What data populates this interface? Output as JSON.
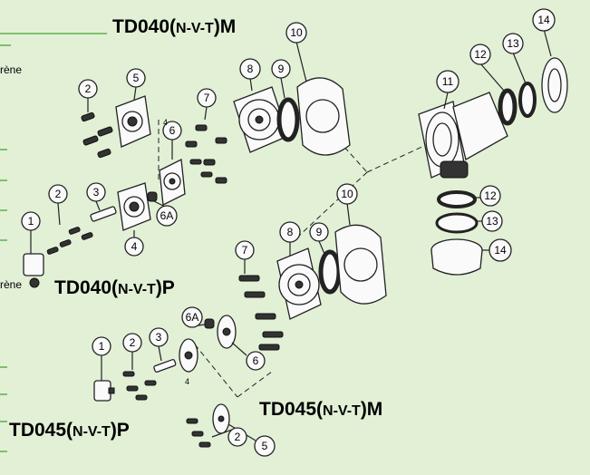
{
  "titles": {
    "td040m_prefix": "TD040(",
    "td040m_mid": "N-V-T",
    "td040m_suffix": ")M",
    "td040p_prefix": "TD040(",
    "td040p_mid": "N-V-T",
    "td040p_suffix": ")P",
    "td045m_prefix": "TD045(",
    "td045m_mid": "N-V-T",
    "td045m_suffix": ")M",
    "td045p_prefix": "TD045(",
    "td045p_mid": "N-V-T",
    "td045p_suffix": ")P"
  },
  "side_text": {
    "top": "rène",
    "middle": "rène"
  },
  "callouts": {
    "c1a": "1",
    "c2a": "2",
    "c3a": "3",
    "c4a": "4",
    "c5a": "5",
    "c6a": "6",
    "c6aa": "6A",
    "c7a": "7",
    "c8a": "8",
    "c9a": "9",
    "c10a": "10",
    "c11": "11",
    "c12a": "12",
    "c13a": "13",
    "c14a": "14",
    "c12b": "12",
    "c13b": "13",
    "c14b": "14",
    "c10b": "10",
    "c9b": "9",
    "c8b": "8",
    "c7b": "7",
    "c6ab": "6A",
    "c6b": "6",
    "c1b": "1",
    "c2b": "2",
    "c3b": "3",
    "c2c": "2",
    "c5b": "5",
    "small_4a": "4",
    "small_4b": "4"
  },
  "colors": {
    "background": "#e2f0d6",
    "accent_line": "#4aa53a"
  }
}
